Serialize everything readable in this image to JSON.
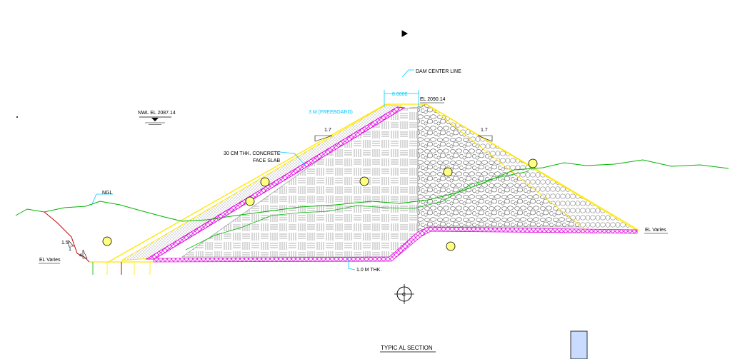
{
  "labels": {
    "dam_center_line": "DAM CENTER LINE",
    "crest_width": "8.0000",
    "crest_elevation": "EL 2090.14",
    "freeboard": "3 M (FREEBOARD)",
    "nwl": "NWL EL 2087.14",
    "face_slab_line1": "30 CM THK. CONCRETE",
    "face_slab_line2": "FACE SLAB",
    "ngl": "NGL",
    "el_varies_left": "EL Varies",
    "el_varies_right": "EL Varies",
    "plinth_thickness": "1.0 M THK.",
    "section_title": "TYPIC AL SECTION",
    "section_marker": "C",
    "slope_upstream": "1.7",
    "slope_downstream": "1.7",
    "slope_cut": "1.5",
    "slope_one": "1",
    "slope_four": "4"
  },
  "colors": {
    "ground": "#00b400",
    "outline_yellow": "#ffe600",
    "slab_magenta": "#e000e0",
    "annotation_cyan": "#00c8ff",
    "cut_red": "#cc0000",
    "marker_fill": "#ffff80",
    "rect_fill": "#c9dcff"
  }
}
